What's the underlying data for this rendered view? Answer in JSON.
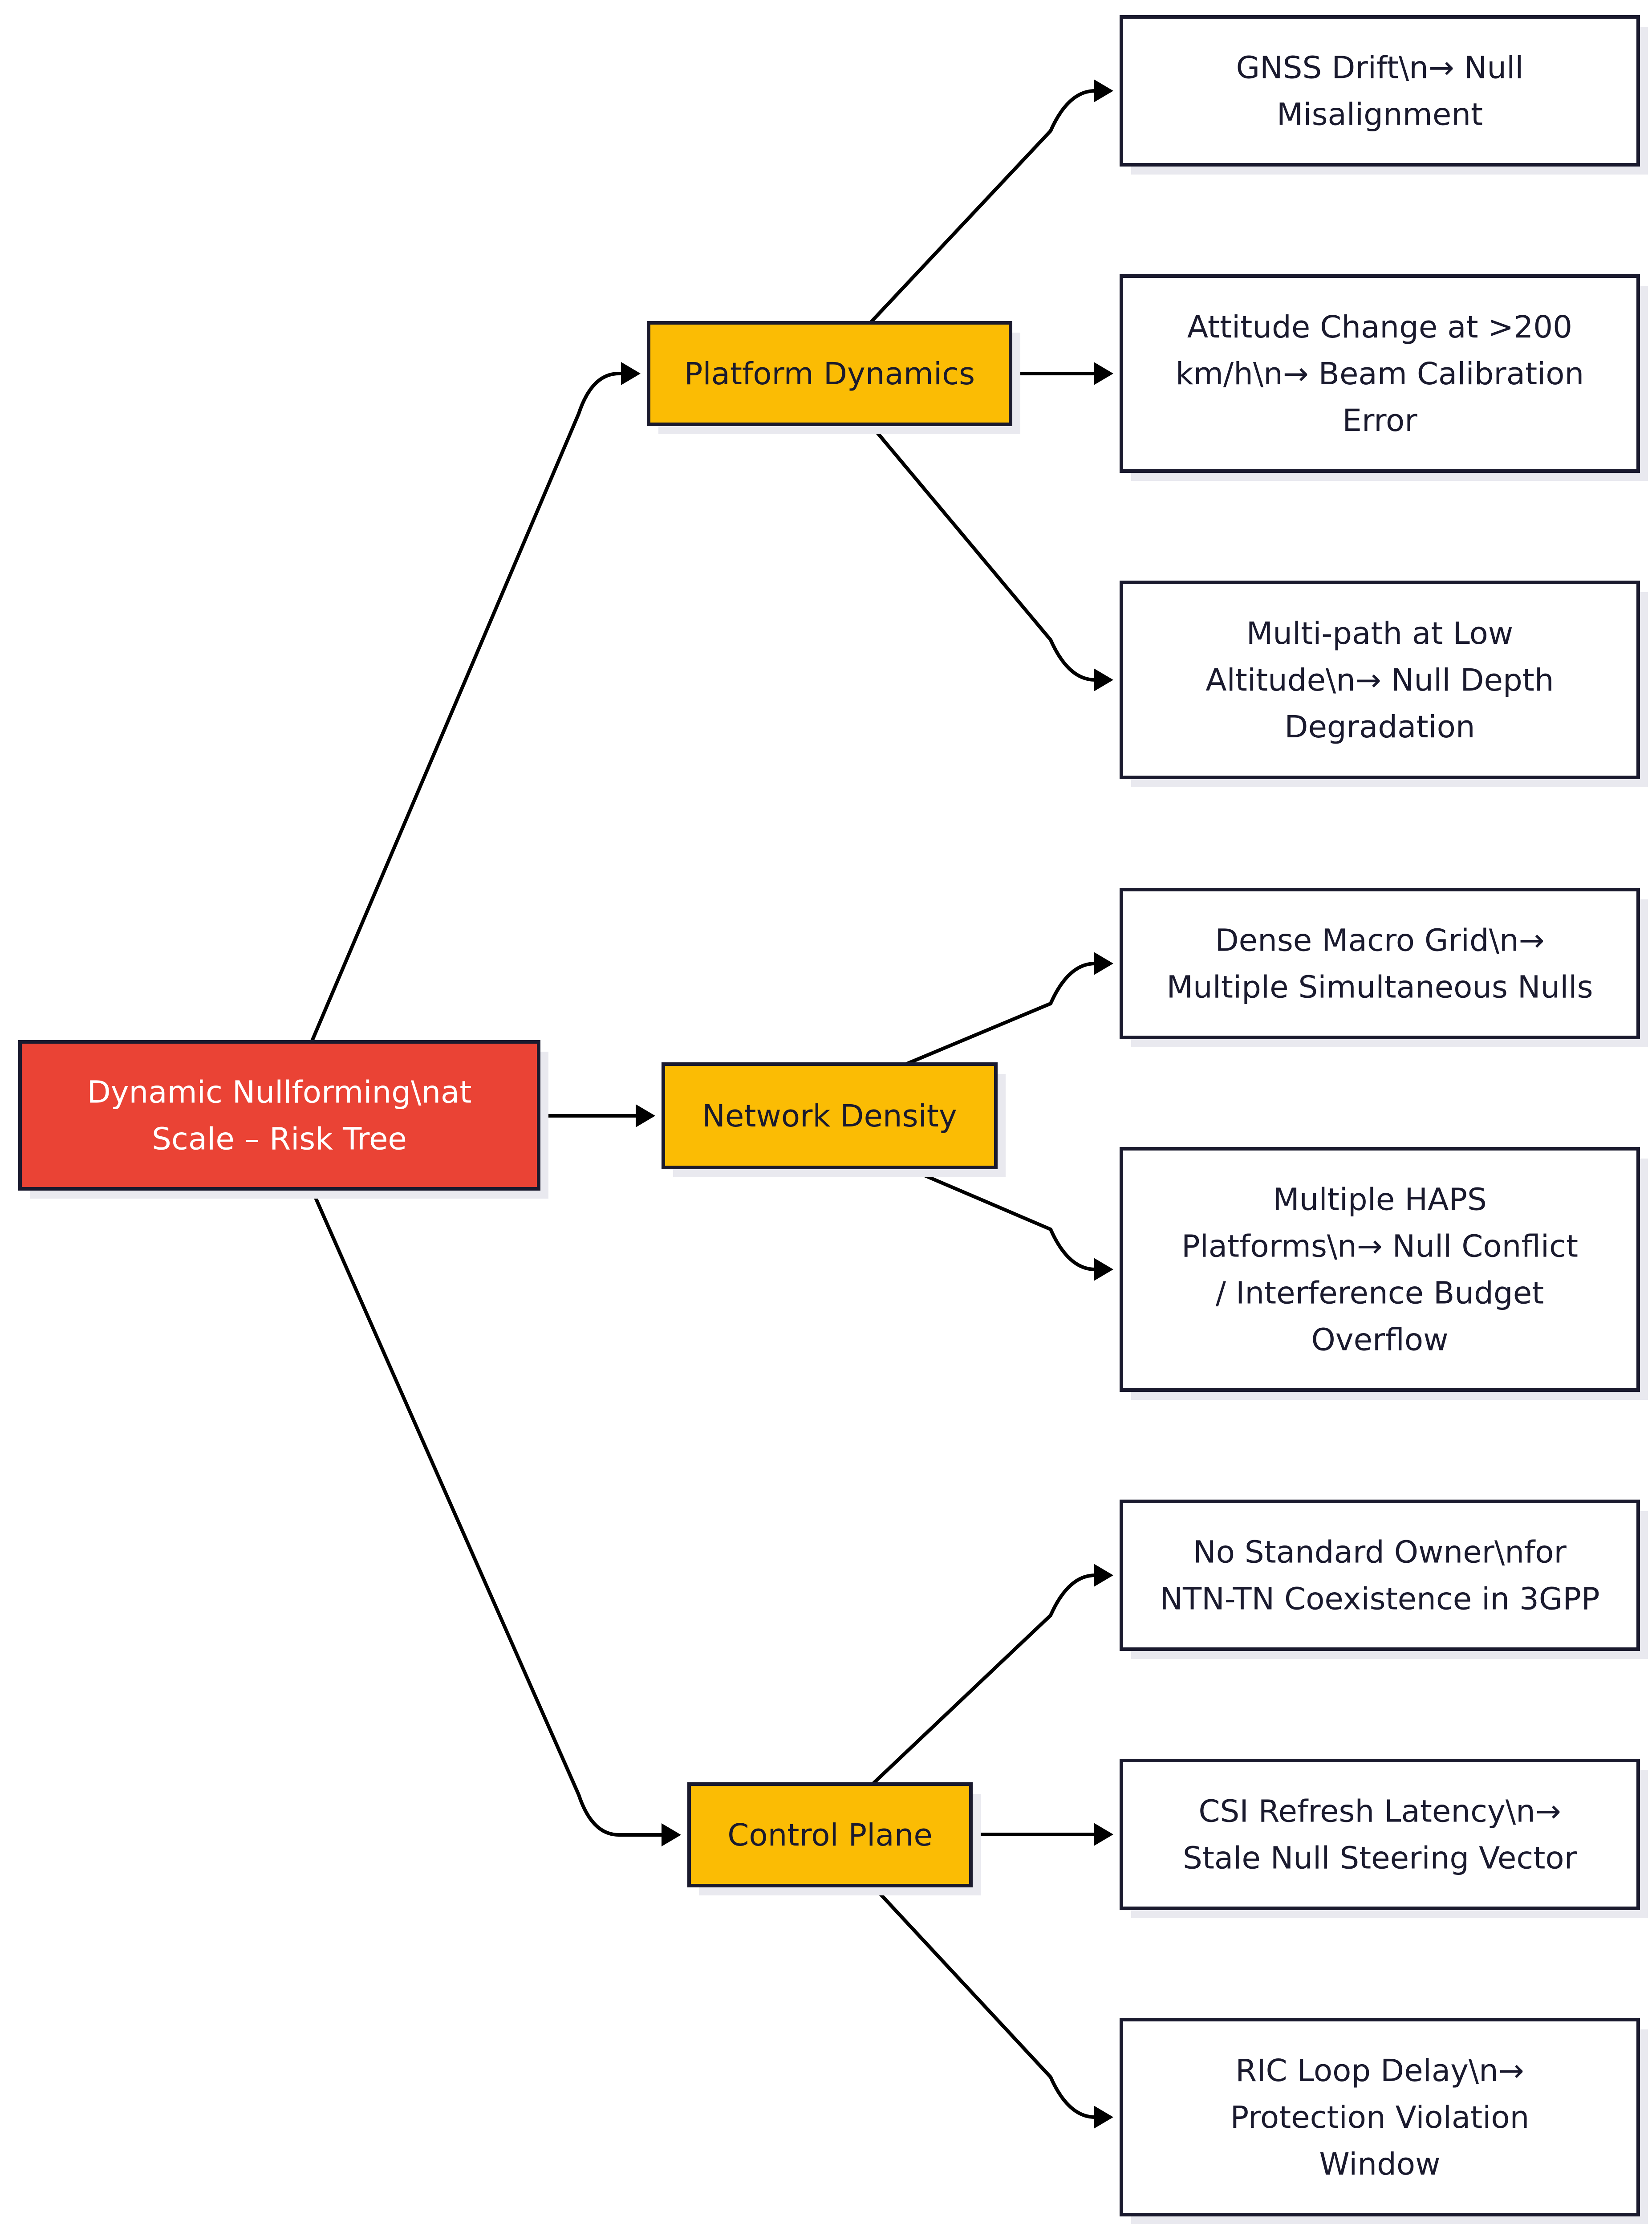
{
  "colors": {
    "root_fill": "#ea4335",
    "category_fill": "#fbbc04",
    "leaf_fill": "#ffffff",
    "border": "#1a1a2e",
    "shadow": "#e9e9ef"
  },
  "root": {
    "lines": [
      "Dynamic Nullforming\\nat",
      "Scale – Risk Tree"
    ]
  },
  "categories": [
    {
      "id": "platform",
      "lines": [
        "Platform Dynamics"
      ],
      "leaves": [
        {
          "lines": [
            "GNSS Drift\\n→ Null",
            "Misalignment"
          ]
        },
        {
          "lines": [
            "Attitude Change at >200",
            "km/h\\n→ Beam Calibration",
            "Error"
          ]
        },
        {
          "lines": [
            "Multi-path at Low",
            "Altitude\\n→ Null Depth",
            "Degradation"
          ]
        }
      ]
    },
    {
      "id": "network",
      "lines": [
        "Network Density"
      ],
      "leaves": [
        {
          "lines": [
            "Dense Macro Grid\\n→",
            "Multiple Simultaneous Nulls"
          ]
        },
        {
          "lines": [
            "Multiple HAPS",
            "Platforms\\n→ Null Conflict",
            "/ Interference Budget",
            "Overflow"
          ]
        }
      ]
    },
    {
      "id": "control",
      "lines": [
        "Control Plane"
      ],
      "leaves": [
        {
          "lines": [
            "No Standard Owner\\nfor",
            "NTN-TN Coexistence in 3GPP"
          ]
        },
        {
          "lines": [
            "CSI Refresh Latency\\n→",
            "Stale Null Steering Vector"
          ]
        },
        {
          "lines": [
            "RIC Loop Delay\\n→",
            "Protection Violation",
            "Window"
          ]
        }
      ]
    }
  ]
}
